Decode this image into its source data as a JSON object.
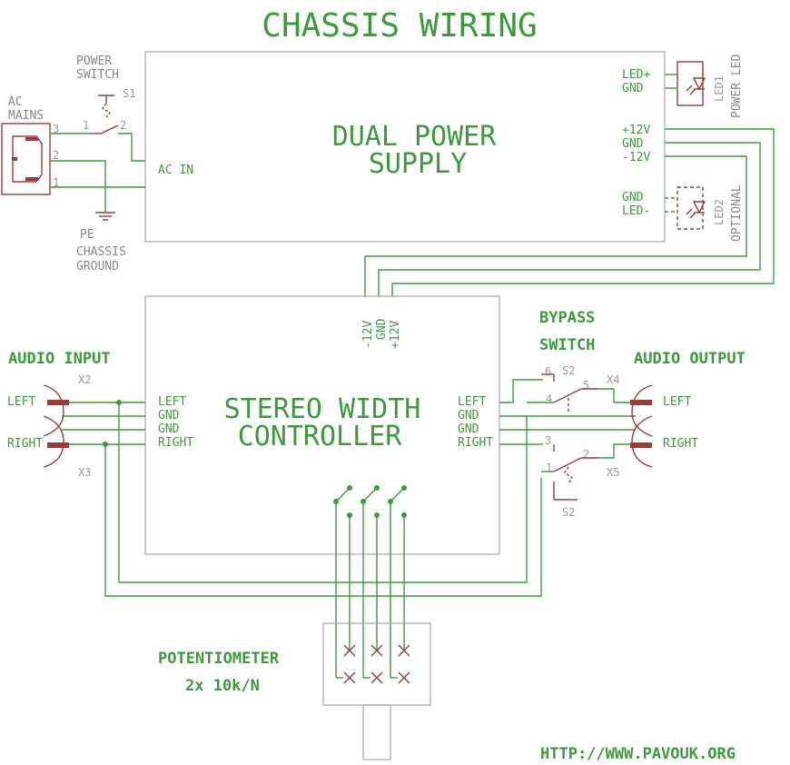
{
  "title": "CHASSIS WIRING",
  "psu": {
    "label_line1": "DUAL POWER",
    "label_line2": "SUPPLY",
    "ac_in": "AC IN",
    "led_plus": "LED+",
    "gnd1": "GND",
    "plus12": "+12V",
    "gnd2": "GND",
    "minus12": "-12V",
    "gnd3": "GND",
    "led_minus": "LED-"
  },
  "controller": {
    "label_line1": "STEREO WIDTH",
    "label_line2": "CONTROLLER",
    "in_left": "LEFT",
    "in_gnd1": "GND",
    "in_gnd2": "GND",
    "in_right": "RIGHT",
    "out_left": "LEFT",
    "out_gnd1": "GND",
    "out_gnd2": "GND",
    "out_right": "RIGHT",
    "pwr_m12": "-12V",
    "pwr_gnd": "GND",
    "pwr_p12": "+12V"
  },
  "ac_mains": {
    "line1": "AC",
    "line2": "MAINS",
    "pin3": "3",
    "pin2": "2",
    "pin1": "1"
  },
  "power_switch": {
    "line1": "POWER",
    "line2": "SWITCH",
    "ref": "S1",
    "pin1": "1",
    "pin2": "2"
  },
  "chassis_ground": {
    "pe": "PE",
    "line1": "CHASSIS",
    "line2": "GROUND"
  },
  "led1": {
    "ref": "LED1",
    "label": "POWER LED"
  },
  "led2": {
    "ref": "LED2",
    "label": "OPTIONAL"
  },
  "audio_input": {
    "title": "AUDIO INPUT",
    "left": "LEFT",
    "right": "RIGHT",
    "x2": "X2",
    "x3": "X3"
  },
  "audio_output": {
    "title": "AUDIO OUTPUT",
    "left": "LEFT",
    "right": "RIGHT",
    "x4": "X4",
    "x5": "X5"
  },
  "bypass_switch": {
    "line1": "BYPASS",
    "line2": "SWITCH",
    "ref_top": "S2",
    "ref_bot": "S2",
    "p6": "6",
    "p4": "4",
    "p5": "5",
    "p3": "3",
    "p1": "1",
    "p2": "2"
  },
  "potentiometer": {
    "line1": "POTENTIOMETER",
    "line2": "2x 10k/N"
  },
  "website": "HTTP://WWW.PAVOUK.ORG",
  "colors": {
    "wire": "#3c9a3c",
    "component": "#9b3b3b",
    "box": "#a6a6a6",
    "pin_text": "#999999"
  }
}
